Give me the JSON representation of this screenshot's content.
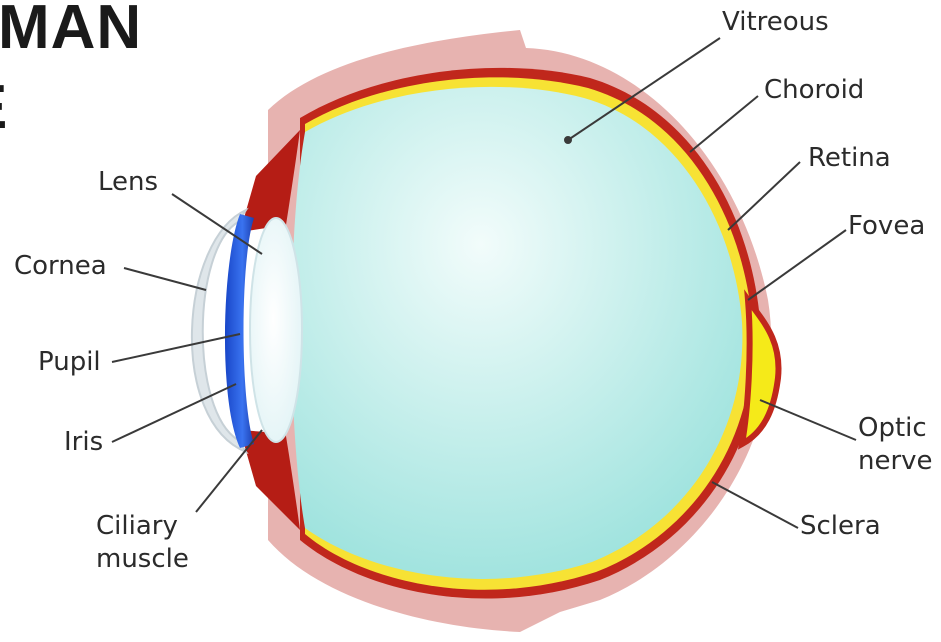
{
  "title": {
    "line1": "MAN",
    "line2": "E"
  },
  "labels": {
    "vitreous": "Vitreous",
    "choroid": "Choroid",
    "retina": "Retina",
    "fovea": "Fovea",
    "optic_nerve_line1": "Optic",
    "optic_nerve_line2": "nerve",
    "sclera": "Sclera",
    "lens": "Lens",
    "cornea": "Cornea",
    "pupil": "Pupil",
    "iris": "Iris",
    "ciliary_muscle_line1": "Ciliary",
    "ciliary_muscle_line2": "muscle"
  },
  "colors": {
    "vitreous": "#bfeeea",
    "choroid": "#c0271c",
    "retina": "#f7e234",
    "optic_nerve": "#f5ea19",
    "sclera": "#e7b3b0",
    "iris": "#2a5fe3",
    "cornea": "#dfe6ea",
    "leader_line": "#3a3a3a"
  }
}
